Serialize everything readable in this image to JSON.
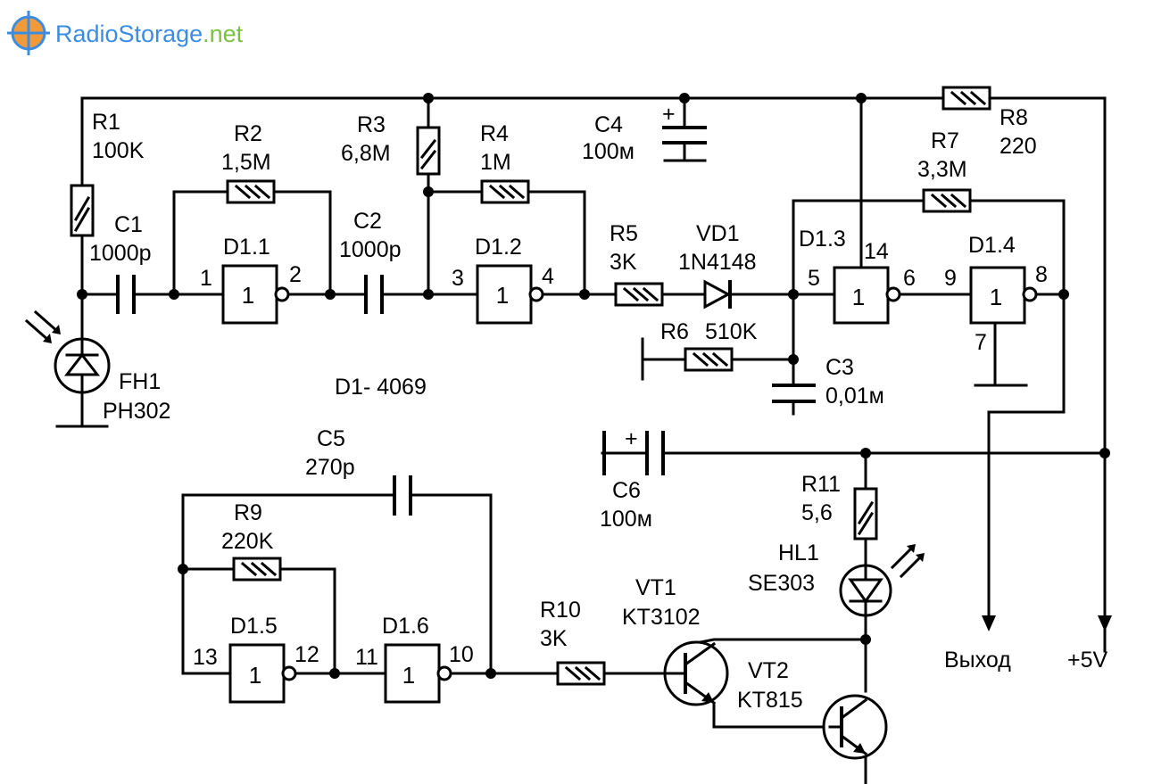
{
  "watermark": {
    "site": "RadioStorage",
    "tld": ".net",
    "color": "#3d8ce0",
    "tld_color": "#7bc043"
  },
  "components": {
    "R1": {
      "ref": "R1",
      "value": "100K"
    },
    "R2": {
      "ref": "R2",
      "value": "1,5M"
    },
    "R3": {
      "ref": "R3",
      "value": "6,8M"
    },
    "R4": {
      "ref": "R4",
      "value": "1M"
    },
    "R5": {
      "ref": "R5",
      "value": "3K"
    },
    "R6": {
      "ref": "R6",
      "value": "510K"
    },
    "R7": {
      "ref": "R7",
      "value": "3,3M"
    },
    "R8": {
      "ref": "R8",
      "value": "220"
    },
    "R9": {
      "ref": "R9",
      "value": "220K"
    },
    "R10": {
      "ref": "R10",
      "value": "3K"
    },
    "R11": {
      "ref": "R11",
      "value": "5,6"
    },
    "C1": {
      "ref": "C1",
      "value": "1000p"
    },
    "C2": {
      "ref": "C2",
      "value": "1000p"
    },
    "C3": {
      "ref": "C3",
      "value": "0,01м"
    },
    "C4": {
      "ref": "C4",
      "value": "100м"
    },
    "C5": {
      "ref": "C5",
      "value": "270p"
    },
    "C6": {
      "ref": "C6",
      "value": "100м"
    },
    "VD1": {
      "ref": "VD1",
      "value": "1N4148"
    },
    "FH1": {
      "ref": "FH1",
      "value": "PH302"
    },
    "HL1": {
      "ref": "HL1",
      "value": "SE303"
    },
    "VT1": {
      "ref": "VT1",
      "value": "KT3102"
    },
    "VT2": {
      "ref": "VT2",
      "value": "KT815"
    },
    "D1": {
      "label": "D1- 4069"
    }
  },
  "gates": {
    "D1_1": {
      "ref": "D1.1",
      "symbol": "1",
      "in": "1",
      "out": "2"
    },
    "D1_2": {
      "ref": "D1.2",
      "symbol": "1",
      "in": "3",
      "out": "4"
    },
    "D1_3": {
      "ref": "D1.3",
      "symbol": "1",
      "in": "5",
      "out": "6",
      "vcc": "14"
    },
    "D1_4": {
      "ref": "D1.4",
      "symbol": "1",
      "in": "9",
      "out": "8",
      "gnd": "7"
    },
    "D1_5": {
      "ref": "D1.5",
      "symbol": "1",
      "in": "13",
      "out": "12"
    },
    "D1_6": {
      "ref": "D1.6",
      "symbol": "1",
      "in": "11",
      "out": "10"
    }
  },
  "marks": {
    "plus": "+"
  },
  "outputs": {
    "out_label": "Выход",
    "vcc_label": "+5V"
  }
}
